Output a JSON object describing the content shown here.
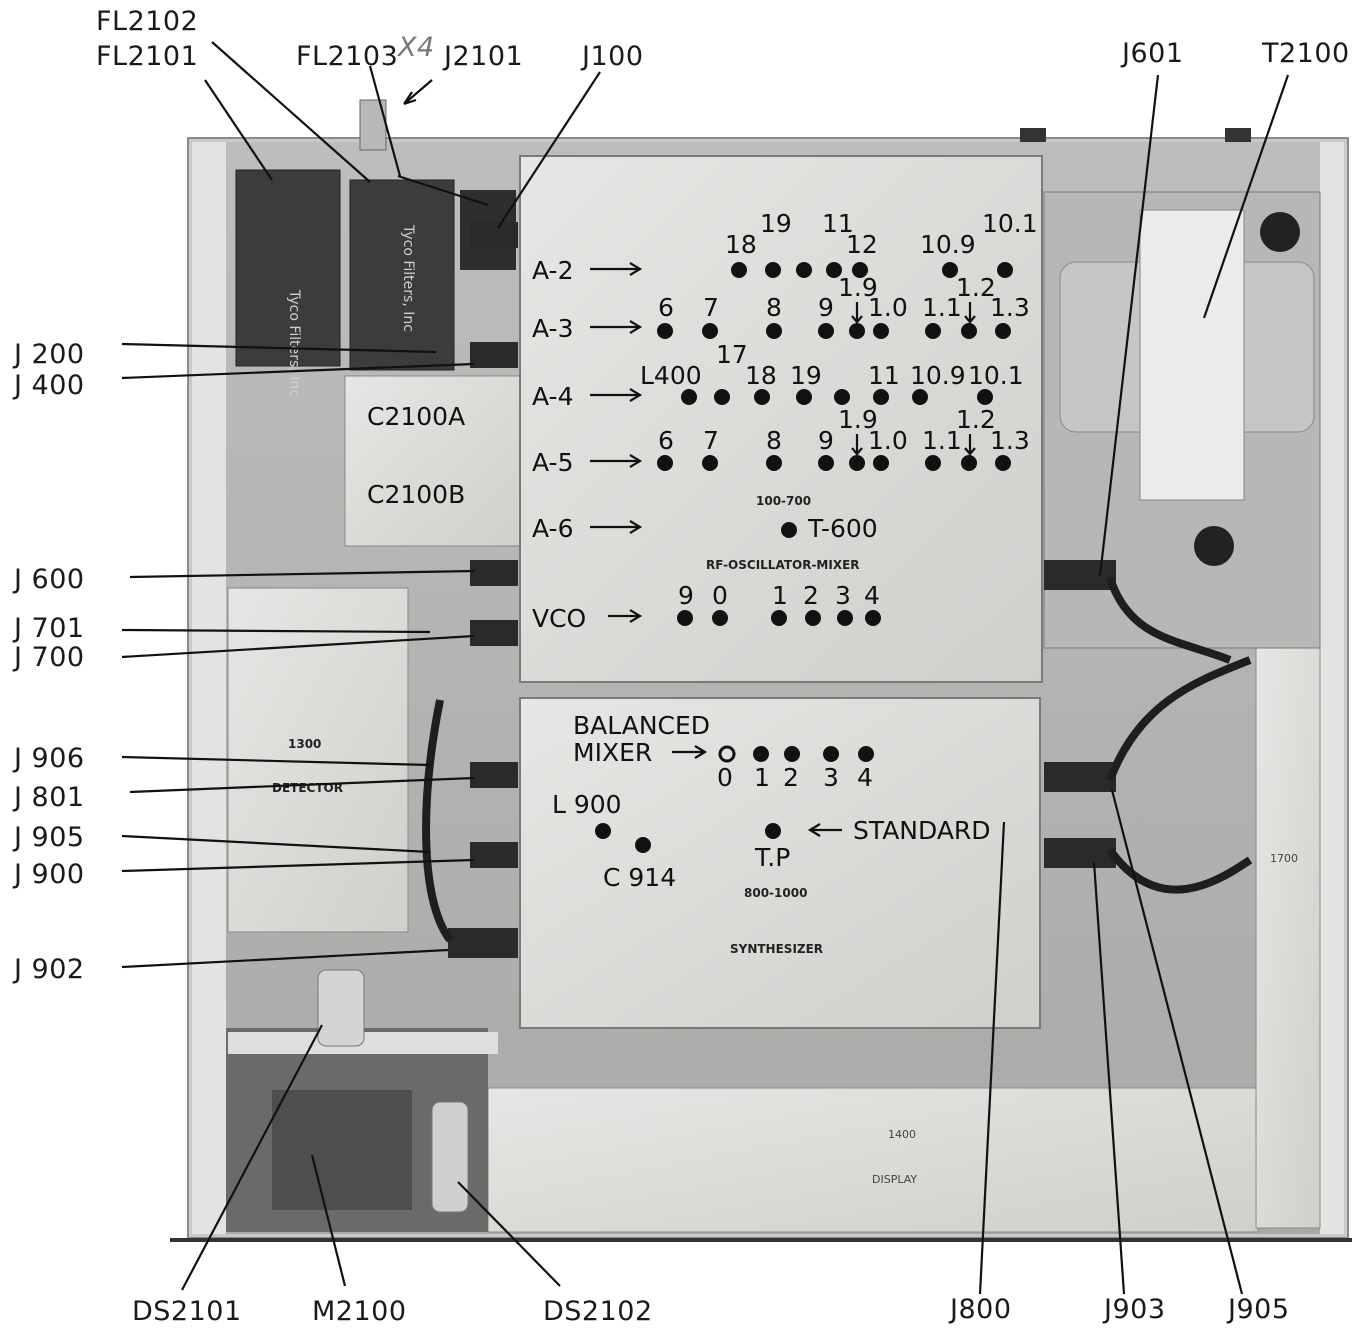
{
  "callouts": {
    "fl2102": "FL2102",
    "fl2101": "FL2101",
    "fl2103": "FL2103",
    "scribble": "X4",
    "j2101": "J2101",
    "j100": "J100",
    "j601": "J601",
    "t2100": "T2100",
    "j200": "J 200",
    "j400": "J 400",
    "j600": "J 600",
    "j701": "J 701",
    "j700": "J 700",
    "j906": "J 906",
    "j801": "J 801",
    "j905": "J 905",
    "j900": "J 900",
    "j902": "J 902",
    "ds2101": "DS2101",
    "m2100": "M2100",
    "ds2102": "DS2102",
    "j800": "J800",
    "j903": "J903",
    "j905b": "J905"
  },
  "capacitor": {
    "a": "C2100A",
    "b": "C2100B"
  },
  "filters": {
    "maker": "Tyco Filters, Inc"
  },
  "rf_module": {
    "title": "RF-OSCILLATOR-MIXER",
    "range": "100-700",
    "rows": {
      "a2": "A-2",
      "a3": "A-3",
      "a4": "A-4",
      "a5": "A-5",
      "a6": "A-6",
      "vco": "VCO"
    },
    "a2_nums": [
      "18",
      "19",
      "11",
      "12",
      "10.9",
      "10.1"
    ],
    "a3_nums": [
      "6",
      "7",
      "8",
      "9",
      "1.9",
      "1.0",
      "1.1",
      "1.2",
      "1.3"
    ],
    "a4_nums": [
      "L400",
      "17",
      "18",
      "19",
      "11",
      "10.9",
      "10.1"
    ],
    "a5_nums": [
      "6",
      "7",
      "8",
      "9",
      "1.9",
      "1.0",
      "1.1",
      "1.2",
      "1.3"
    ],
    "a6_tp": "T-600",
    "vco_nums": [
      "9",
      "0",
      "1",
      "2",
      "3",
      "4"
    ]
  },
  "synth_module": {
    "title": "SYNTHESIZER",
    "range": "800-1000",
    "balanced": "BALANCED",
    "mixer": "MIXER",
    "mixer_nums": [
      "0",
      "1",
      "2",
      "3",
      "4"
    ],
    "l900": "L 900",
    "c914": "C 914",
    "tp": "T.P",
    "standard": "STANDARD"
  },
  "detector": {
    "num": "1300",
    "title": "DETECTOR"
  },
  "display": {
    "num": "1400",
    "title": "DISPLAY"
  },
  "side_board": {
    "num": "1700"
  }
}
